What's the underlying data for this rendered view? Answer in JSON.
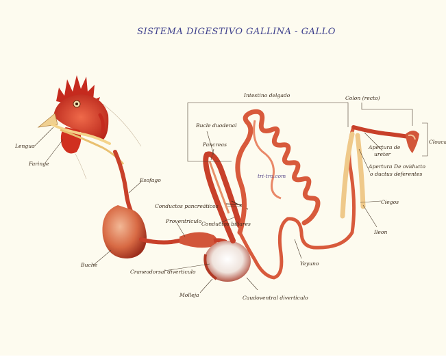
{
  "title": "SISTEMA DIGESTIVO GALLINA - GALLO",
  "watermark": "tri-tro.com",
  "labels": {
    "lengua": "Lengua",
    "faringe": "Faringe",
    "esofago": "Esofago",
    "buche": "Buche",
    "proventriculo": "Proventriculo",
    "conductos_pancreaticos": "Conductos pancreáticos",
    "conductos_biliares": "Conductos biliares",
    "craneodorsal": "Craneodorsal diverticulo",
    "molleja": "Molleja",
    "caudoventral": "Caudoventral diverticulo",
    "bucle_duodenal": "Bucle duodenal",
    "pancreas": "Pancreas",
    "intestino_delgado": "Intestino delgado",
    "yeyuno": "Yeyuno",
    "ileon": "Ileon",
    "colon": "Colon (recto)",
    "cloaca": "Cloaca",
    "apertura_ureter_1": "Apertura de",
    "apertura_ureter_2": "ureter",
    "apertura_oviducto_1": "Apertura De oviducto",
    "apertura_oviducto_2": "o ductus deferentes",
    "ciegos": "Ciegos"
  },
  "colors": {
    "background": "#fdfbef",
    "title": "#3d3f8c",
    "organ": "#c8402a",
    "organ_light": "#e38a6a",
    "caeca": "#efc98a",
    "gizzard": "#f3ece6"
  }
}
